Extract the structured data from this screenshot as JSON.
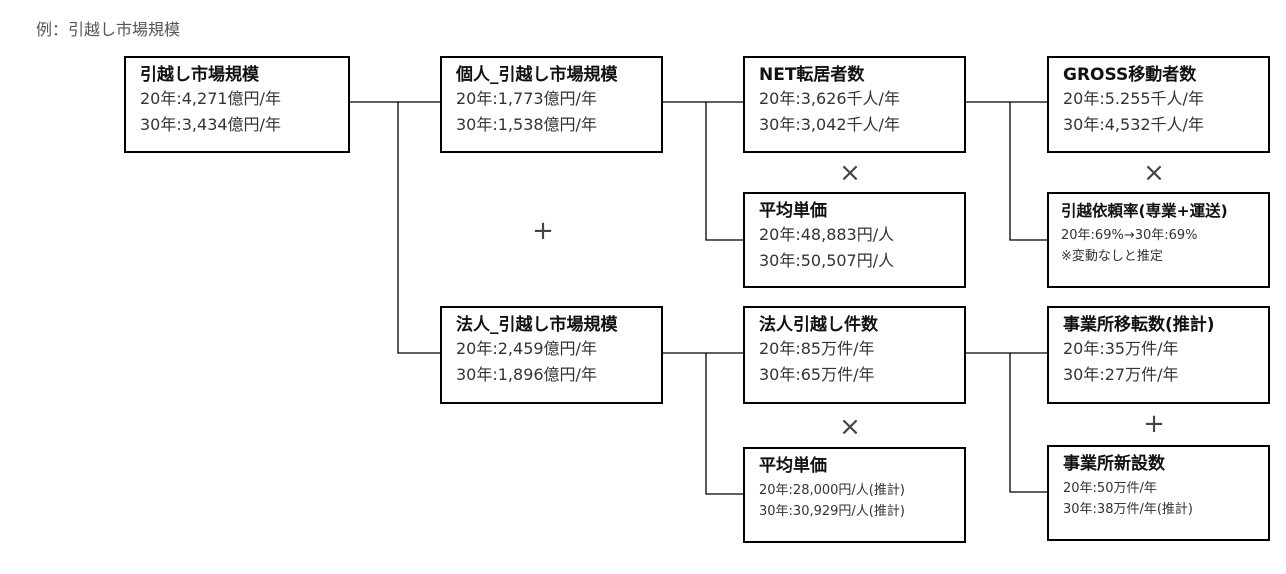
{
  "caption": "例：引越し市場規模",
  "operators": {
    "times": "×",
    "plus": "+"
  },
  "nodes": {
    "market": {
      "title": "引越し市場規模",
      "line1": "20年:4,271億円/年",
      "line2": "30年:3,434億円/年"
    },
    "individual": {
      "title": "個人_引越し市場規模",
      "line1": "20年:1,773億円/年",
      "line2": "30年:1,538億円/年"
    },
    "corporate": {
      "title": "法人_引越し市場規模",
      "line1": "20年:2,459億円/年",
      "line2": "30年:1,896億円/年"
    },
    "net_movers": {
      "title": "NET転居者数",
      "line1": "20年:3,626千人/年",
      "line2": "30年:3,042千人/年"
    },
    "avg_price_individual": {
      "title": "平均単価",
      "line1": "20年:48,883円/人",
      "line2": "30年:50,507円/人"
    },
    "corp_move_count": {
      "title": "法人引越し件数",
      "line1": "20年:85万件/年",
      "line2": "30年:65万件/年"
    },
    "avg_price_corporate": {
      "title": "平均単価",
      "line1": "20年:28,000円/人(推計)",
      "line2": "30年:30,929円/人(推計)"
    },
    "gross_movers": {
      "title": "GROSS移動者数",
      "line1": "20年:5.255千人/年",
      "line2": "30年:4,532千人/年"
    },
    "request_rate": {
      "title": "引越依頼率(専業+運送)",
      "line1": "20年:69%→30年:69%",
      "line2": "※変動なしと推定"
    },
    "office_relocations": {
      "title": "事業所移転数(推計)",
      "line1": "20年:35万件/年",
      "line2": "30年:27万件/年"
    },
    "new_offices": {
      "title": "事業所新設数",
      "line1": "20年:50万件/年",
      "line2": "30年:38万件/年(推計)"
    }
  }
}
